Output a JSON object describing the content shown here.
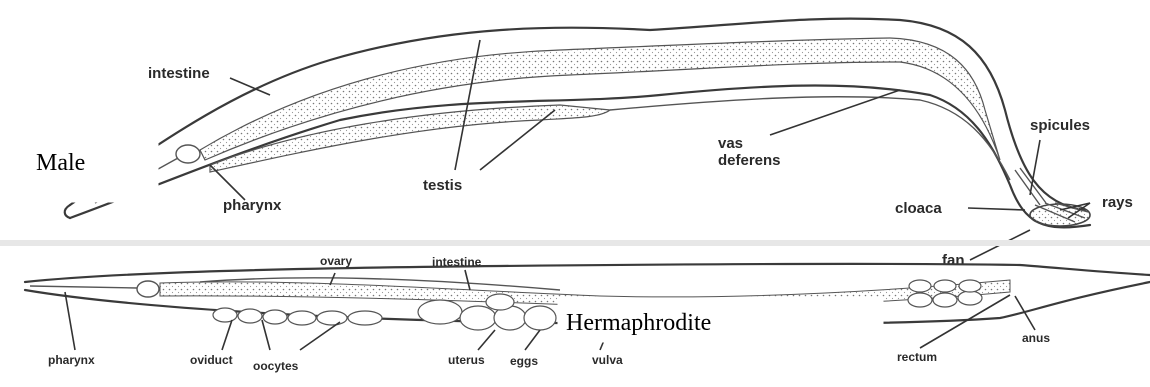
{
  "male": {
    "title": "Male",
    "labels": {
      "intestine": "intestine",
      "pharynx": "pharynx",
      "testis": "testis",
      "vas_deferens_1": "vas",
      "vas_deferens_2": "deferens",
      "spicules": "spicules",
      "cloaca": "cloaca",
      "rays": "rays",
      "fan": "fan"
    }
  },
  "hermaphrodite": {
    "title": "Hermaphrodite",
    "labels": {
      "ovary": "ovary",
      "intestine": "intestine",
      "pharynx": "pharynx",
      "oviduct": "oviduct",
      "oocytes": "oocytes",
      "uterus": "uterus",
      "eggs": "eggs",
      "vulva": "vulva",
      "rectum": "rectum",
      "anus": "anus"
    }
  },
  "colors": {
    "background": "#ffffff",
    "line": "#3a3a3a",
    "text": "#2a2a2a"
  }
}
